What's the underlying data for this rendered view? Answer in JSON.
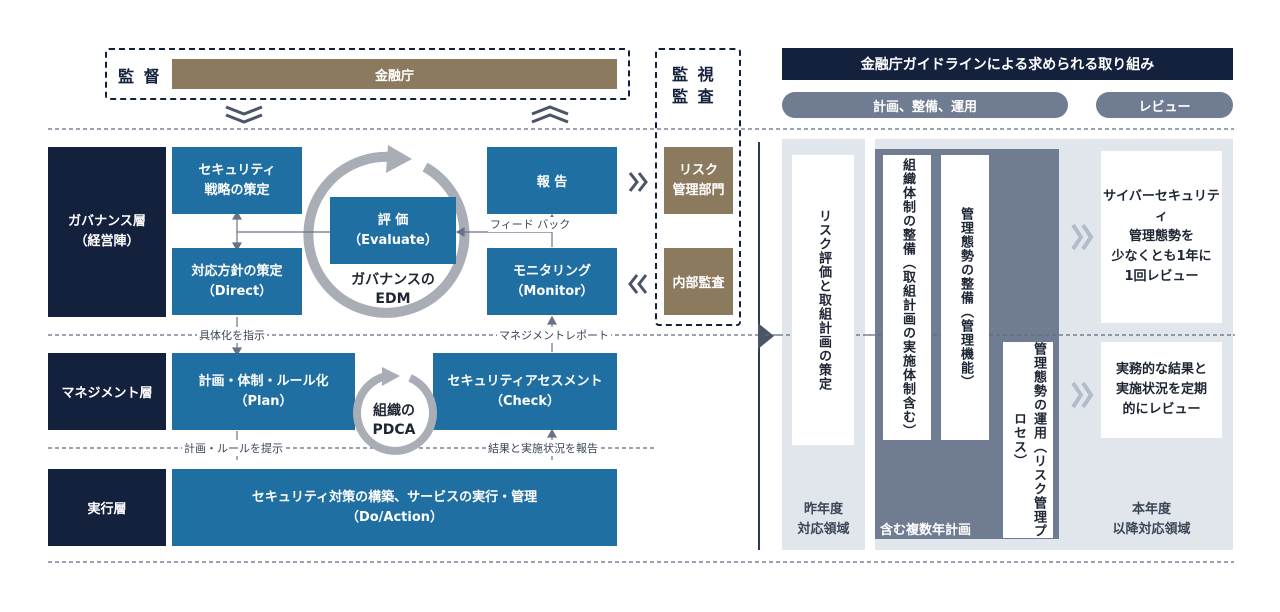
{
  "left": {
    "supervision": {
      "label": "監 督",
      "authority": "金融庁"
    },
    "monitor_audit": {
      "label": "監 視\n監 査",
      "risk_dept": "リスク\n管理部門",
      "internal_audit": "内部監査"
    },
    "layers": {
      "governance": "ガバナンス層\n（経営陣）",
      "management": "マネジメント層",
      "execution": "実行層"
    },
    "governance_boxes": {
      "strategy": "セキュリティ\n戦略の策定",
      "report": "報 告",
      "evaluate": "評 価\n（Evaluate）",
      "direct": "対応方針の策定\n（Direct）",
      "monitor": "モニタリング\n（Monitor）",
      "edm_title": "ガバナンスの\nEDM",
      "feedback": "フィード\nバック"
    },
    "management_boxes": {
      "plan": "計画・体制・ルール化\n（Plan）",
      "check": "セキュリティアセスメント\n（Check）",
      "pdca": "組織の\nPDCA"
    },
    "execution_box": "セキュリティ対策の構築、サービスの実行・管理\n（Do/Action）",
    "flow_labels": {
      "instruct": "具体化を指示",
      "mgmt_report": "マネジメントレポート",
      "present_rules": "計画・ルールを提示",
      "report_results": "結果と実施状況を報告"
    }
  },
  "right": {
    "header": "金融庁ガイドラインによる求められる取り組み",
    "pill_plan": "計画、整備、運用",
    "pill_review": "レビュー",
    "last_year": {
      "item": "リスク評価と取組計画の策定",
      "footer": "昨年度\n対応領域"
    },
    "multi_year": {
      "item1": "組織体制の整備（取組計画の実施体制含む）",
      "item2": "管理態勢の整備（管理機能）",
      "item3": "管理態勢の運用（リスク管理プロセス）",
      "footer": "含む複数年計画"
    },
    "this_year": {
      "review1": "サイバーセキュリティ\n管理態勢を\n少なくとも1年に\n1回レビュー",
      "review2": "実務的な結果と\n実施状況を定期\n的にレビュー",
      "footer": "本年度\n以降対応領域"
    }
  },
  "colors": {
    "navy": "#14213d",
    "blue": "#1f6fa3",
    "tan": "#8c7a5f",
    "slate": "#6f7c91",
    "panel": "#e1e5ec"
  }
}
